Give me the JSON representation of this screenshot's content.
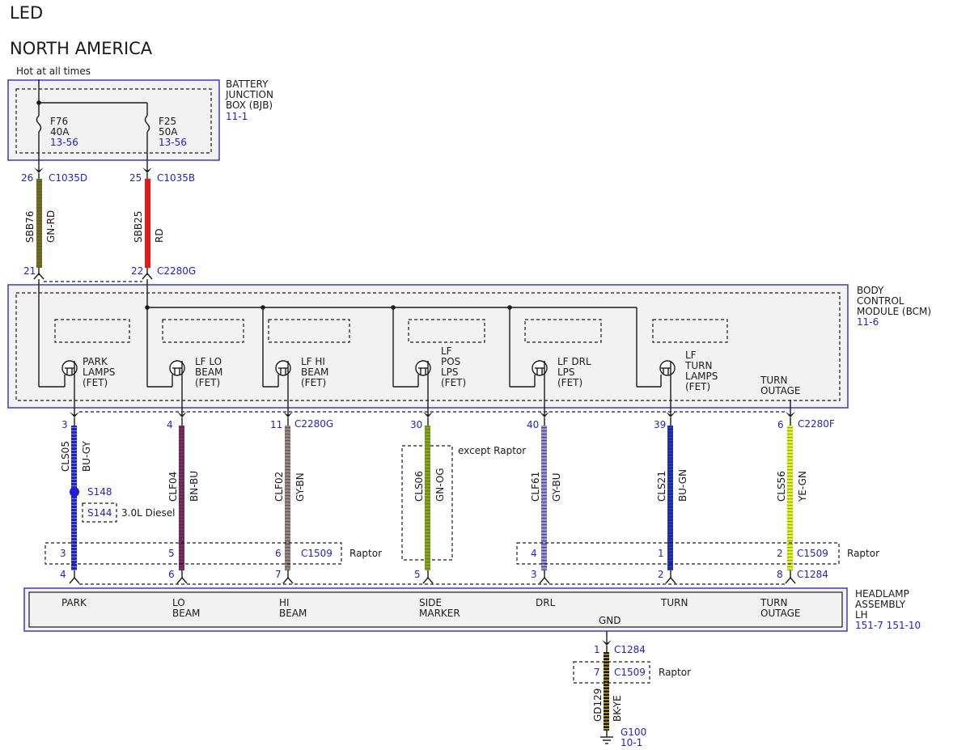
{
  "title": "LED",
  "region": "NORTH AMERICA",
  "power_label": "Hot at all times",
  "bjb": {
    "name": [
      "BATTERY",
      "JUNCTION",
      "BOX (BJB)"
    ],
    "ref": "11-1",
    "fuses": [
      {
        "id": "F76",
        "rating": "40A",
        "ref": "13-56"
      },
      {
        "id": "F25",
        "rating": "50A",
        "ref": "13-56"
      }
    ]
  },
  "feed_wires": [
    {
      "pin_top": "26",
      "conn_top": "C1035D",
      "circuit": "SBB76",
      "color": "GN-RD",
      "pin_bottom": "21",
      "conn_bottom": ""
    },
    {
      "pin_top": "25",
      "conn_top": "C1035B",
      "circuit": "SBB25",
      "color": "RD",
      "pin_bottom": "22",
      "conn_bottom": "C2280G"
    }
  ],
  "bcm": {
    "name": [
      "BODY",
      "CONTROL",
      "MODULE (BCM)"
    ],
    "ref": "11-6",
    "outputs": [
      [
        "PARK",
        "LAMPS",
        "(FET)"
      ],
      [
        "LF LO",
        "BEAM",
        "(FET)"
      ],
      [
        "LF HI",
        "BEAM",
        "(FET)"
      ],
      [
        "LF",
        "POS",
        "LPS",
        "(FET)"
      ],
      [
        "LF DRL",
        "LPS",
        "(FET)"
      ],
      [
        "LF",
        "TURN",
        "LAMPS",
        "(FET)"
      ]
    ],
    "extra_label": [
      "TURN",
      "OUTAGE"
    ]
  },
  "output_wires": [
    {
      "bcm_pin": "3",
      "bcm_conn": "",
      "circuit": "CLS05",
      "color": "BU-GY",
      "raptor_pin": "3",
      "hl_pin": "4",
      "hl_conn": ""
    },
    {
      "bcm_pin": "4",
      "bcm_conn": "",
      "circuit": "CLF04",
      "color": "BN-BU",
      "raptor_pin": "5",
      "hl_pin": "6",
      "hl_conn": ""
    },
    {
      "bcm_pin": "11",
      "bcm_conn": "C2280G",
      "circuit": "CLF02",
      "color": "GY-BN",
      "raptor_pin": "6",
      "hl_pin": "7",
      "hl_conn": ""
    },
    {
      "bcm_pin": "30",
      "bcm_conn": "",
      "circuit": "CLS06",
      "color": "GN-OG",
      "raptor_pin": "",
      "hl_pin": "5",
      "hl_conn": ""
    },
    {
      "bcm_pin": "40",
      "bcm_conn": "",
      "circuit": "CLF61",
      "color": "GY-BU",
      "raptor_pin": "4",
      "hl_pin": "3",
      "hl_conn": ""
    },
    {
      "bcm_pin": "39",
      "bcm_conn": "",
      "circuit": "CLS21",
      "color": "BU-GN",
      "raptor_pin": "1",
      "hl_pin": "2",
      "hl_conn": ""
    },
    {
      "bcm_pin": "6",
      "bcm_conn": "C2280F",
      "circuit": "CLS56",
      "color": "YE-GN",
      "raptor_pin": "2",
      "hl_pin": "8",
      "hl_conn": "C1284"
    }
  ],
  "splice": {
    "id": "S148",
    "alt_id": "S144",
    "alt_note": "3.0L Diesel"
  },
  "raptor": {
    "label": "Raptor",
    "conn": "C1509",
    "conn_right": "C1509"
  },
  "except_raptor": "except Raptor",
  "headlamp": {
    "name": [
      "HEADLAMP",
      "ASSEMBLY",
      "LH"
    ],
    "refs": "151-7  151-10",
    "pins": [
      [
        "PARK"
      ],
      [
        "LO",
        "BEAM"
      ],
      [
        "HI",
        "BEAM"
      ],
      [
        "SIDE",
        "MARKER"
      ],
      [
        "DRL"
      ],
      [
        "TURN"
      ],
      [
        "TURN",
        "OUTAGE"
      ]
    ],
    "gnd_label": "GND"
  },
  "ground": {
    "pin": "1",
    "conn": "C1284",
    "raptor_pin": "7",
    "raptor_conn": "C1509",
    "raptor_label": "Raptor",
    "circuit": "GD129",
    "color": "BK-YE",
    "id": "G100",
    "ref": "10-1"
  },
  "colors": {
    "connector_blue": "#1f1fd8",
    "GN-RD": [
      "#3a8a20",
      "#d42020"
    ],
    "RD": [
      "#e31a1a",
      "#e31a1a"
    ],
    "BU-GY": [
      "#1c24d0",
      "#8a8a8a"
    ],
    "BN-BU": [
      "#8a2a3a",
      "#2a2ab0"
    ],
    "GY-BN": [
      "#8a8a8a",
      "#8b4a3a"
    ],
    "GN-OG": [
      "#4aa020",
      "#e08a10"
    ],
    "GY-BU": [
      "#9a9ab0",
      "#3a3ad0"
    ],
    "BU-GN": [
      "#1c24d0",
      "#1c24d0"
    ],
    "YE-GN": [
      "#e6ef20",
      "#7ab020"
    ],
    "BK-YE": [
      "#1a1a1a",
      "#c8b020"
    ]
  }
}
